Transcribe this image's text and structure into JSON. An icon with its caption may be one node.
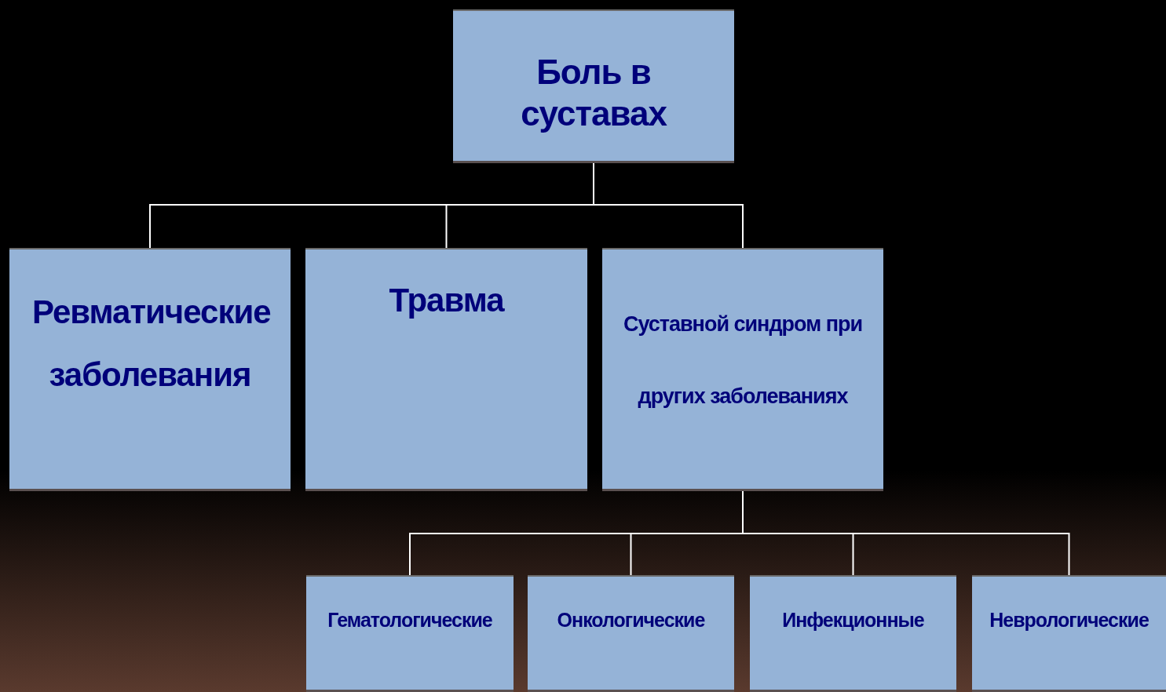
{
  "diagram": {
    "nodes": [
      {
        "text": [
          "Боль в суставах"
        ]
      },
      {
        "text": [
          "Ревматические заболевания"
        ]
      },
      {
        "text": [
          "Травма"
        ]
      },
      {
        "text": [
          "Суставной синдром при других заболеваниях"
        ]
      },
      {
        "text": [
          "Гематологические"
        ]
      },
      {
        "text": [
          "Онкологические"
        ]
      },
      {
        "text": [
          "Инфекционные"
        ]
      },
      {
        "text": [
          "Неврологические"
        ]
      }
    ],
    "edges": [
      {
        "from": 0,
        "to": 1,
        "arrow": "none"
      },
      {
        "from": 0,
        "to": 2,
        "arrow": "none"
      },
      {
        "from": 0,
        "to": 3,
        "arrow": "none"
      },
      {
        "from": 3,
        "to": 4,
        "arrow": "none"
      },
      {
        "from": 3,
        "to": 5,
        "arrow": "none"
      },
      {
        "from": 3,
        "to": 6,
        "arrow": "none"
      },
      {
        "from": 3,
        "to": 7,
        "arrow": "none"
      }
    ]
  }
}
